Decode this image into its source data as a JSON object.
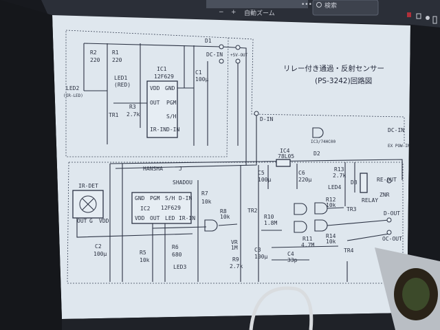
{
  "toolbar": {
    "zoom_out": "−",
    "zoom_in": "+",
    "zoom_label": "自動ズーム",
    "more": "•••",
    "search_placeholder": "検索"
  },
  "diagram": {
    "title_line1": "リレー付き通過・反射センサー",
    "title_line2": "(PS-3242)回路図",
    "labels": [
      "D1",
      "DC-IN",
      "+5V-OUT",
      "R2",
      "220",
      "R1",
      "220",
      "IC1",
      "12F629",
      "LED1",
      "(RED)",
      "LED2",
      "(IR-LED)",
      "VDD",
      "GND",
      "OUT",
      "PGM",
      "S/H",
      "IR-IN",
      "D-IN",
      "TR1",
      "R3",
      "2.7k",
      "C1",
      "100μ",
      "D-IN",
      "IC3/74HC00",
      "DC-IN",
      "EX POW-IN",
      "IR-DET",
      "OUT",
      "G",
      "VDD",
      "HANSHA",
      "J",
      "SHADOU",
      "GND",
      "PGM",
      "S/H",
      "D-IN",
      "IC2",
      "12F629",
      "VDD",
      "OUT",
      "LED",
      "IR-IN",
      "R7",
      "10k",
      "C2",
      "100μ",
      "R5",
      "10k",
      "R6",
      "680",
      "LED3",
      "IC4",
      "78L05",
      "D2",
      "C5",
      "100μ",
      "C6",
      "220μ",
      "R13",
      "2.7k",
      "LED4",
      "D3",
      "RELAY",
      "ZNR",
      "RE-OUT",
      "R8",
      "10k",
      "TR2",
      "R10",
      "1.8M",
      "VR",
      "1M",
      "R9",
      "2.7k",
      "C3",
      "100μ",
      "R11",
      "4.7M",
      "C4",
      "33p",
      "R12",
      "10k",
      "TR3",
      "R14",
      "10k",
      "TR4",
      "D-OUT",
      "OC-OUT"
    ]
  },
  "colors": {
    "screen": "#dfe7ee",
    "bezel": "#17191e",
    "ink": "#2a3142",
    "toolbar": "#2b2f38"
  }
}
